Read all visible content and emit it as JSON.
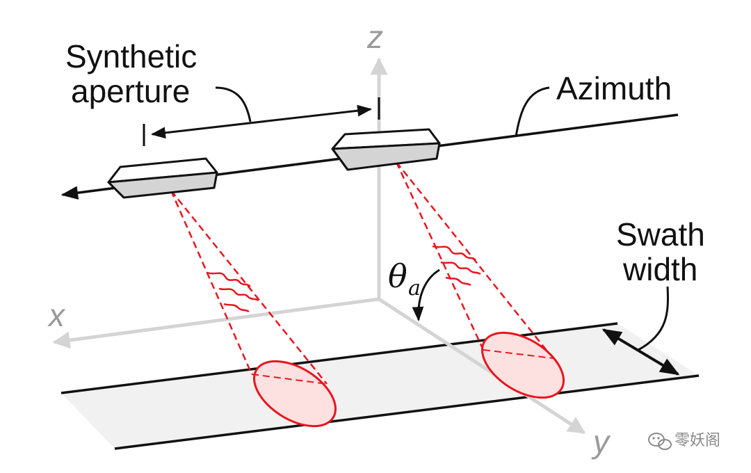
{
  "labels": {
    "synthetic_aperture_line1": "Synthetic",
    "synthetic_aperture_line2": "aperture",
    "azimuth": "Azimuth",
    "swath_line1": "Swath",
    "swath_line2": "width",
    "theta": "θ",
    "theta_sub": "a"
  },
  "axes": {
    "x": "x",
    "y": "y",
    "z": "z"
  },
  "watermark": {
    "text": "零妖阁",
    "icon": "wechat-icon"
  },
  "colors": {
    "beam": "#e8141e",
    "footprint_fill": "#fde0e0",
    "axis": "#d4d4d4",
    "swath_fill": "#f1f1f1",
    "ink": "#111111"
  }
}
